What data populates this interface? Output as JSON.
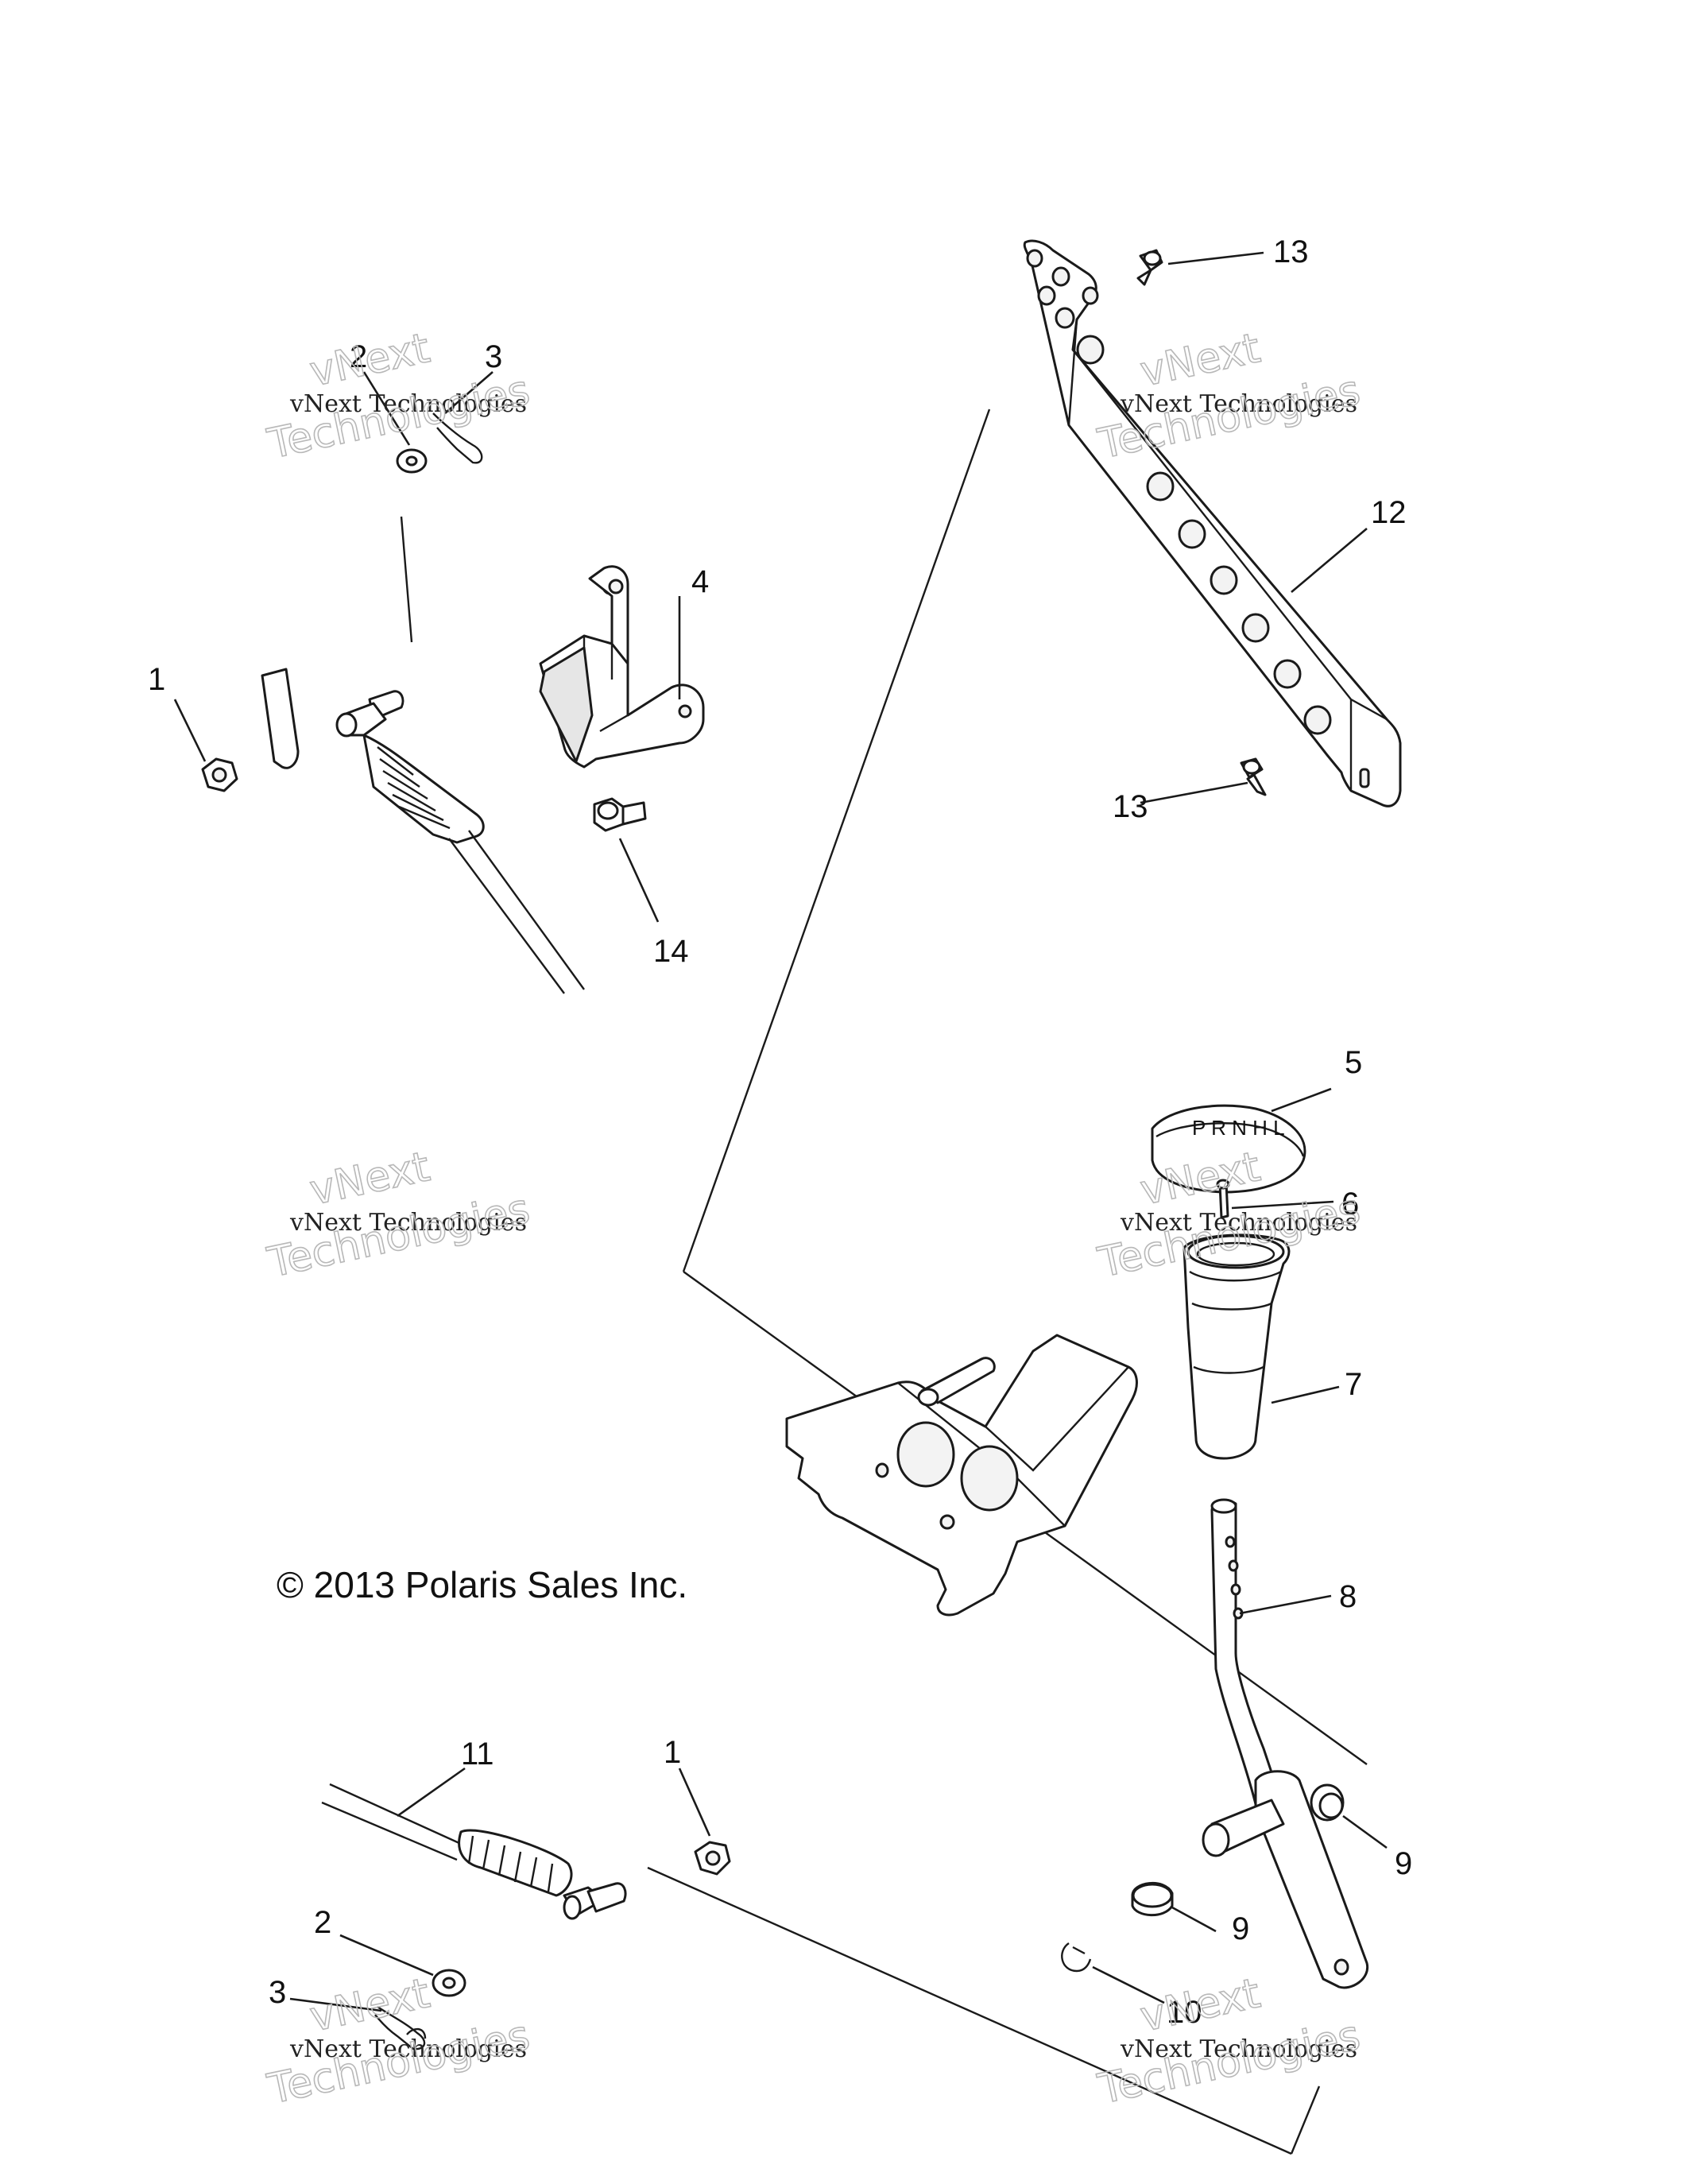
{
  "callouts": {
    "c1a": "1",
    "c2a": "2",
    "c3a": "3",
    "c4": "4",
    "c5": "5",
    "c6": "6",
    "c7": "7",
    "c8": "8",
    "c9a": "9",
    "c9b": "9",
    "c10": "10",
    "c11": "11",
    "c12": "12",
    "c13a": "13",
    "c13b": "13",
    "c14": "14",
    "c1b": "1",
    "c2b": "2",
    "c3b": "3"
  },
  "copyright": "© 2013 Polaris Sales Inc.",
  "watermark": {
    "line_small": "vNext Technologies",
    "line_big_1": "vNext",
    "line_big_2": "Technologies"
  },
  "knob_pattern": "P R N H L"
}
